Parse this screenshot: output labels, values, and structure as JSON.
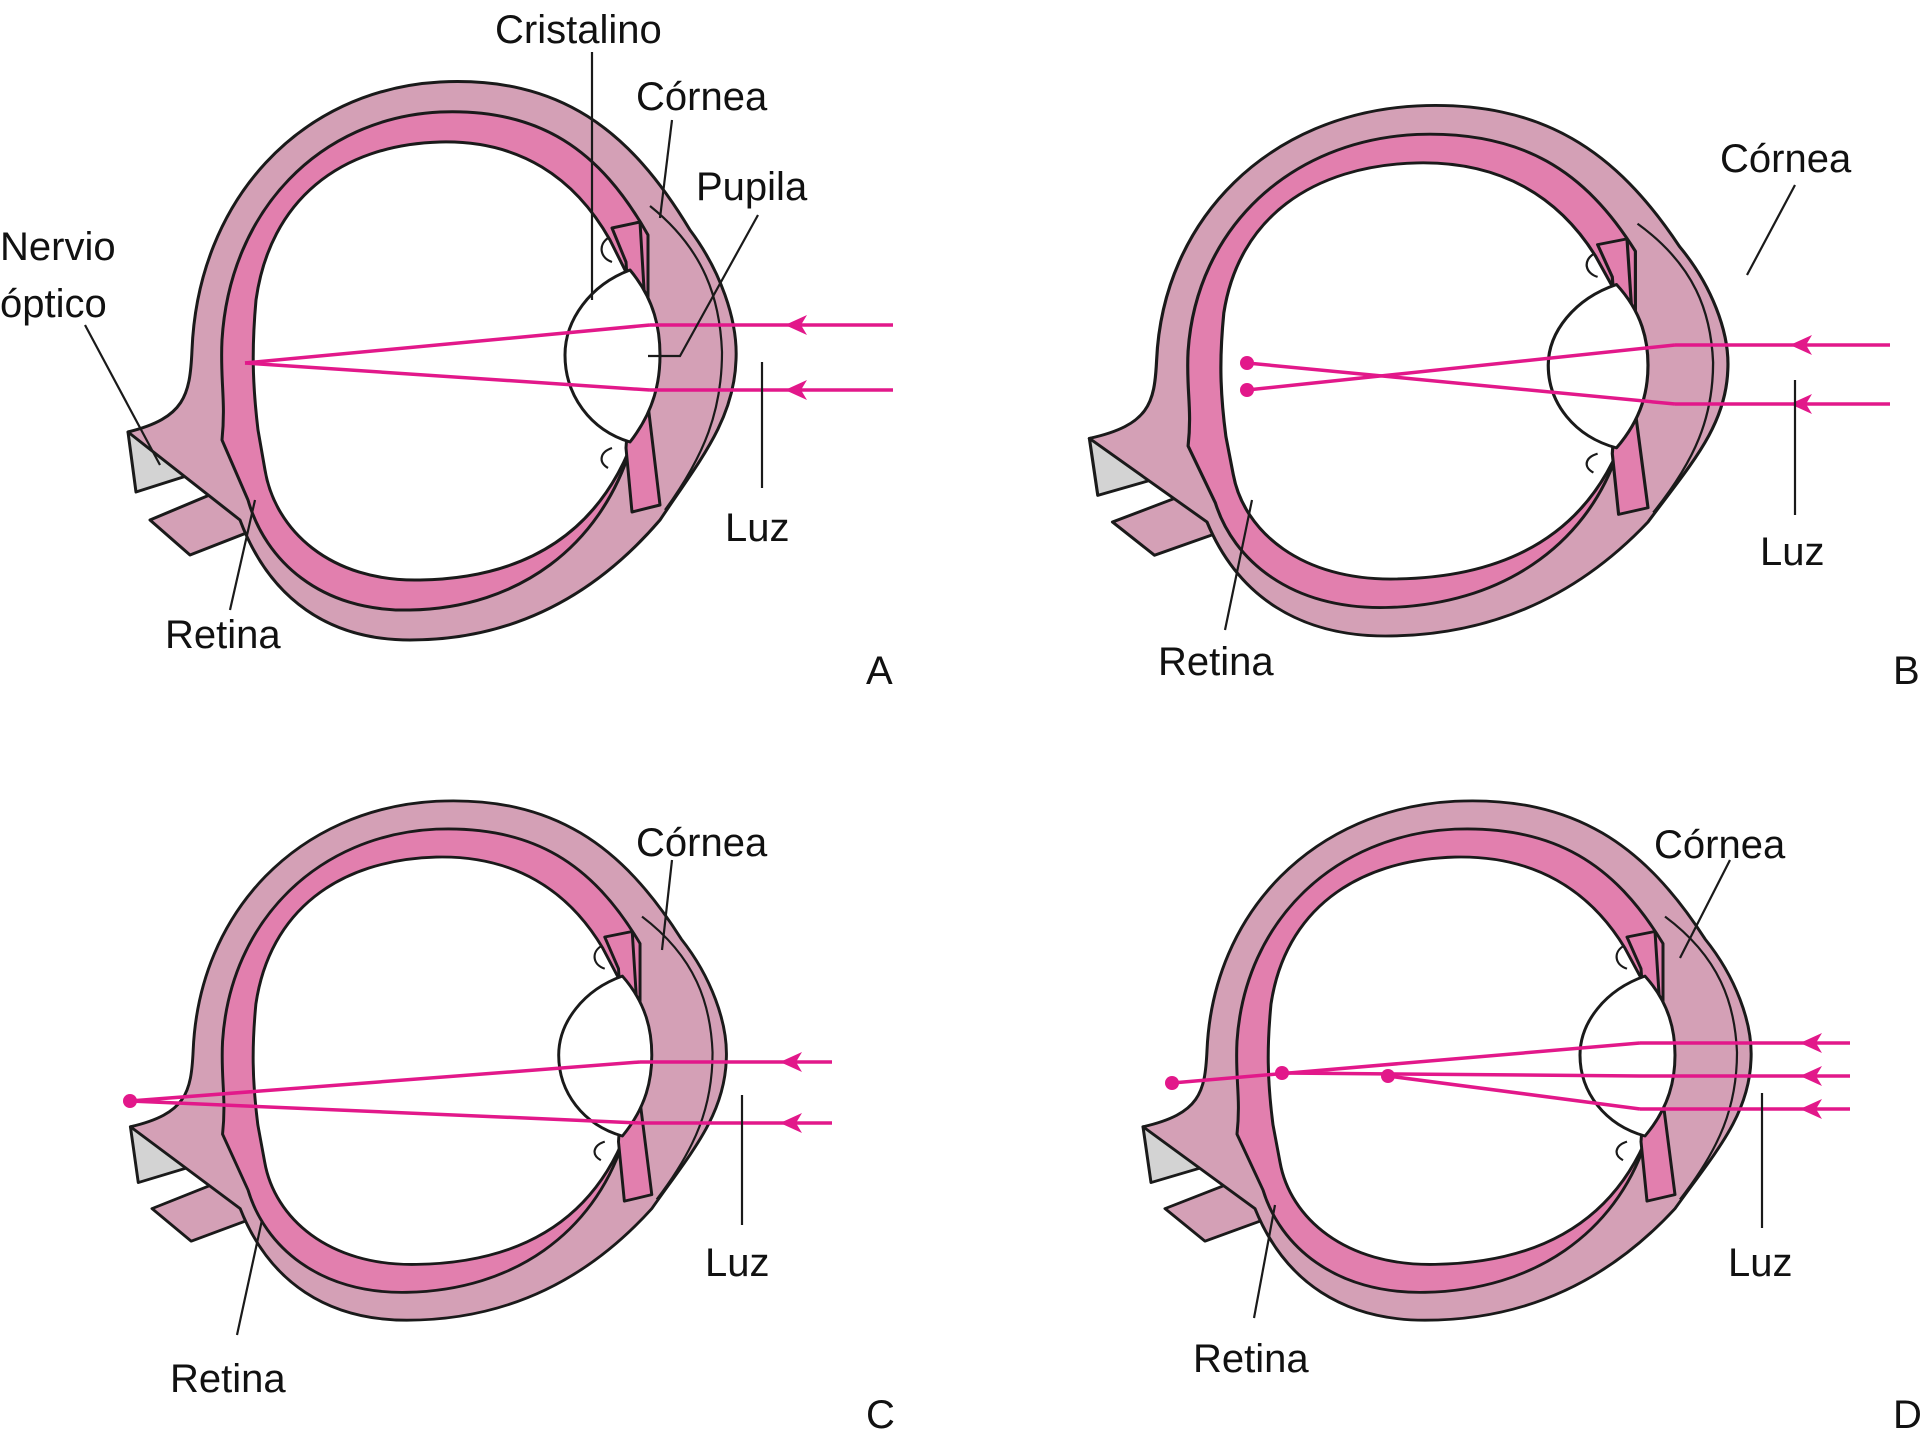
{
  "colors": {
    "sclera": "#d4a0b6",
    "choroid": "#e27fae",
    "ray": "#e2188a",
    "nerve": "#d3d3d3",
    "outline": "#1a1a1a"
  },
  "labels": {
    "cristalino": "Cristalino",
    "cornea": "Córnea",
    "pupila": "Pupila",
    "nervio_line1": "Nervio",
    "nervio_line2": "óptico",
    "retina": "Retina",
    "luz": "Luz"
  },
  "panels": [
    {
      "letter": "A"
    },
    {
      "letter": "B"
    },
    {
      "letter": "C"
    },
    {
      "letter": "D"
    }
  ]
}
